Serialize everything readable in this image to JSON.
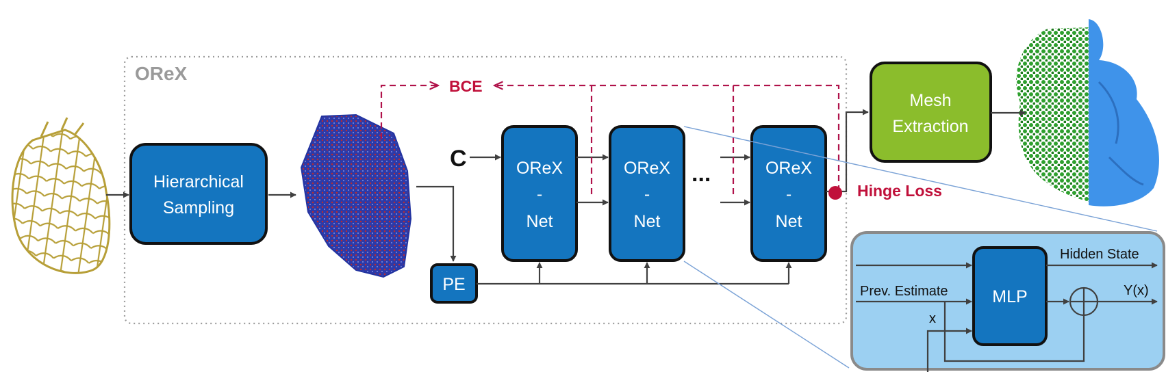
{
  "diagram": {
    "frame_title": "OReX",
    "blocks": {
      "hierarchical_sampling": [
        "Hierarchical",
        "Sampling"
      ],
      "orex_net": [
        "OReX",
        "-",
        "Net"
      ],
      "pe": "PE",
      "mesh_extraction": [
        "Mesh",
        "Extraction"
      ],
      "mlp": "MLP"
    },
    "labels": {
      "c_input": "C",
      "ellipsis": "...",
      "bce": "BCE",
      "hinge_loss": "Hinge Loss",
      "hidden_state": "Hidden State",
      "prev_estimate": "Prev. Estimate",
      "x": "x",
      "y_output": "Y(x)"
    },
    "colors": {
      "block_blue": "#1475bf",
      "mesh_green": "#8bbd2c",
      "loss_red": "#c0103a",
      "inset_bg": "#9cd0f2",
      "frame_grey": "#9a9a9a"
    }
  }
}
